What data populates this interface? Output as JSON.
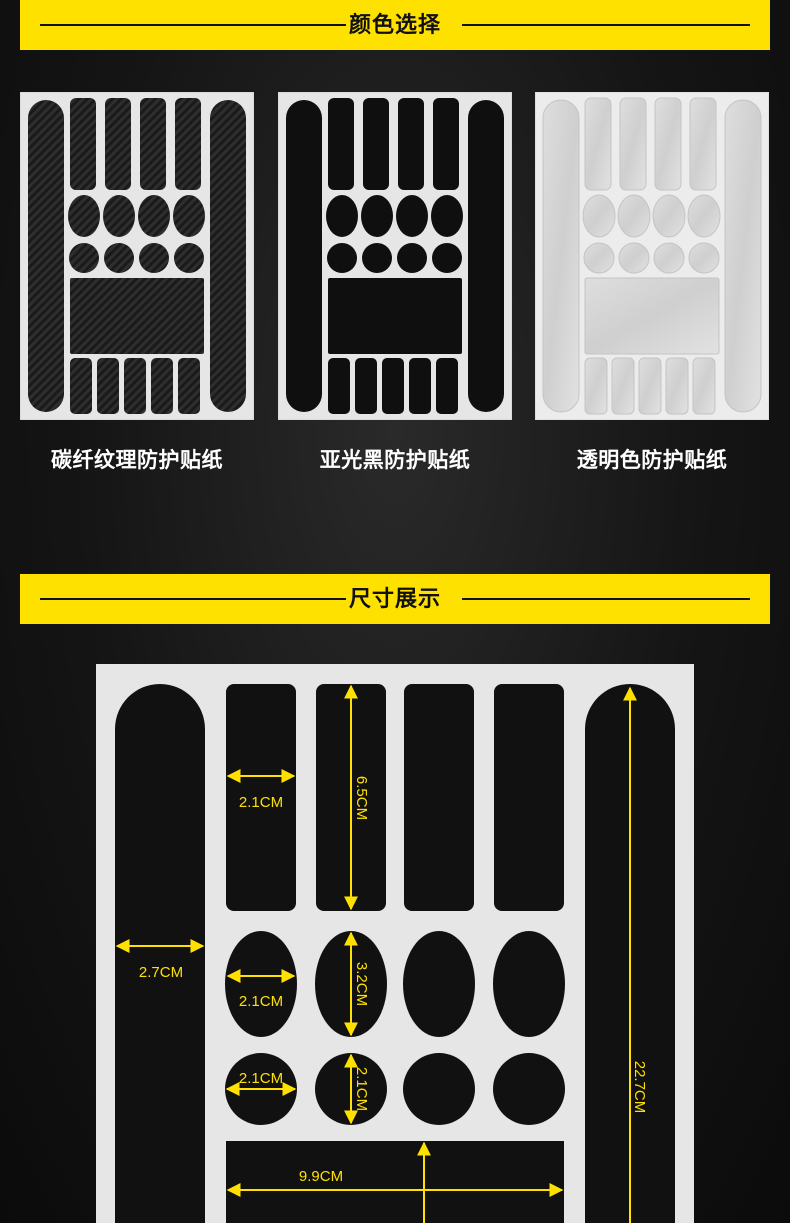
{
  "colors": {
    "accent": "#ffe100",
    "background": "#151515",
    "sheet_light": "#e6e6e6",
    "sticker_black": "#0f0f0f",
    "sticker_clear": "#dcdcdc"
  },
  "section_color": {
    "title": "颜色选择",
    "options": [
      {
        "label": "碳纤纹理防护贴纸",
        "style": "carbon"
      },
      {
        "label": "亚光黑防护贴纸",
        "style": "matte-black"
      },
      {
        "label": "透明色防护贴纸",
        "style": "transparent"
      }
    ]
  },
  "section_size": {
    "title": "尺寸展示",
    "dimensions": {
      "long_strip_width": "2.7CM",
      "long_strip_length": "22.7CM",
      "small_strip_width": "2.1CM",
      "small_strip_length": "6.5CM",
      "oval_width": "2.1CM",
      "oval_height": "3.2CM",
      "circle_width": "2.1CM",
      "circle_height": "2.1CM",
      "rectangle_width": "9.9CM"
    }
  }
}
